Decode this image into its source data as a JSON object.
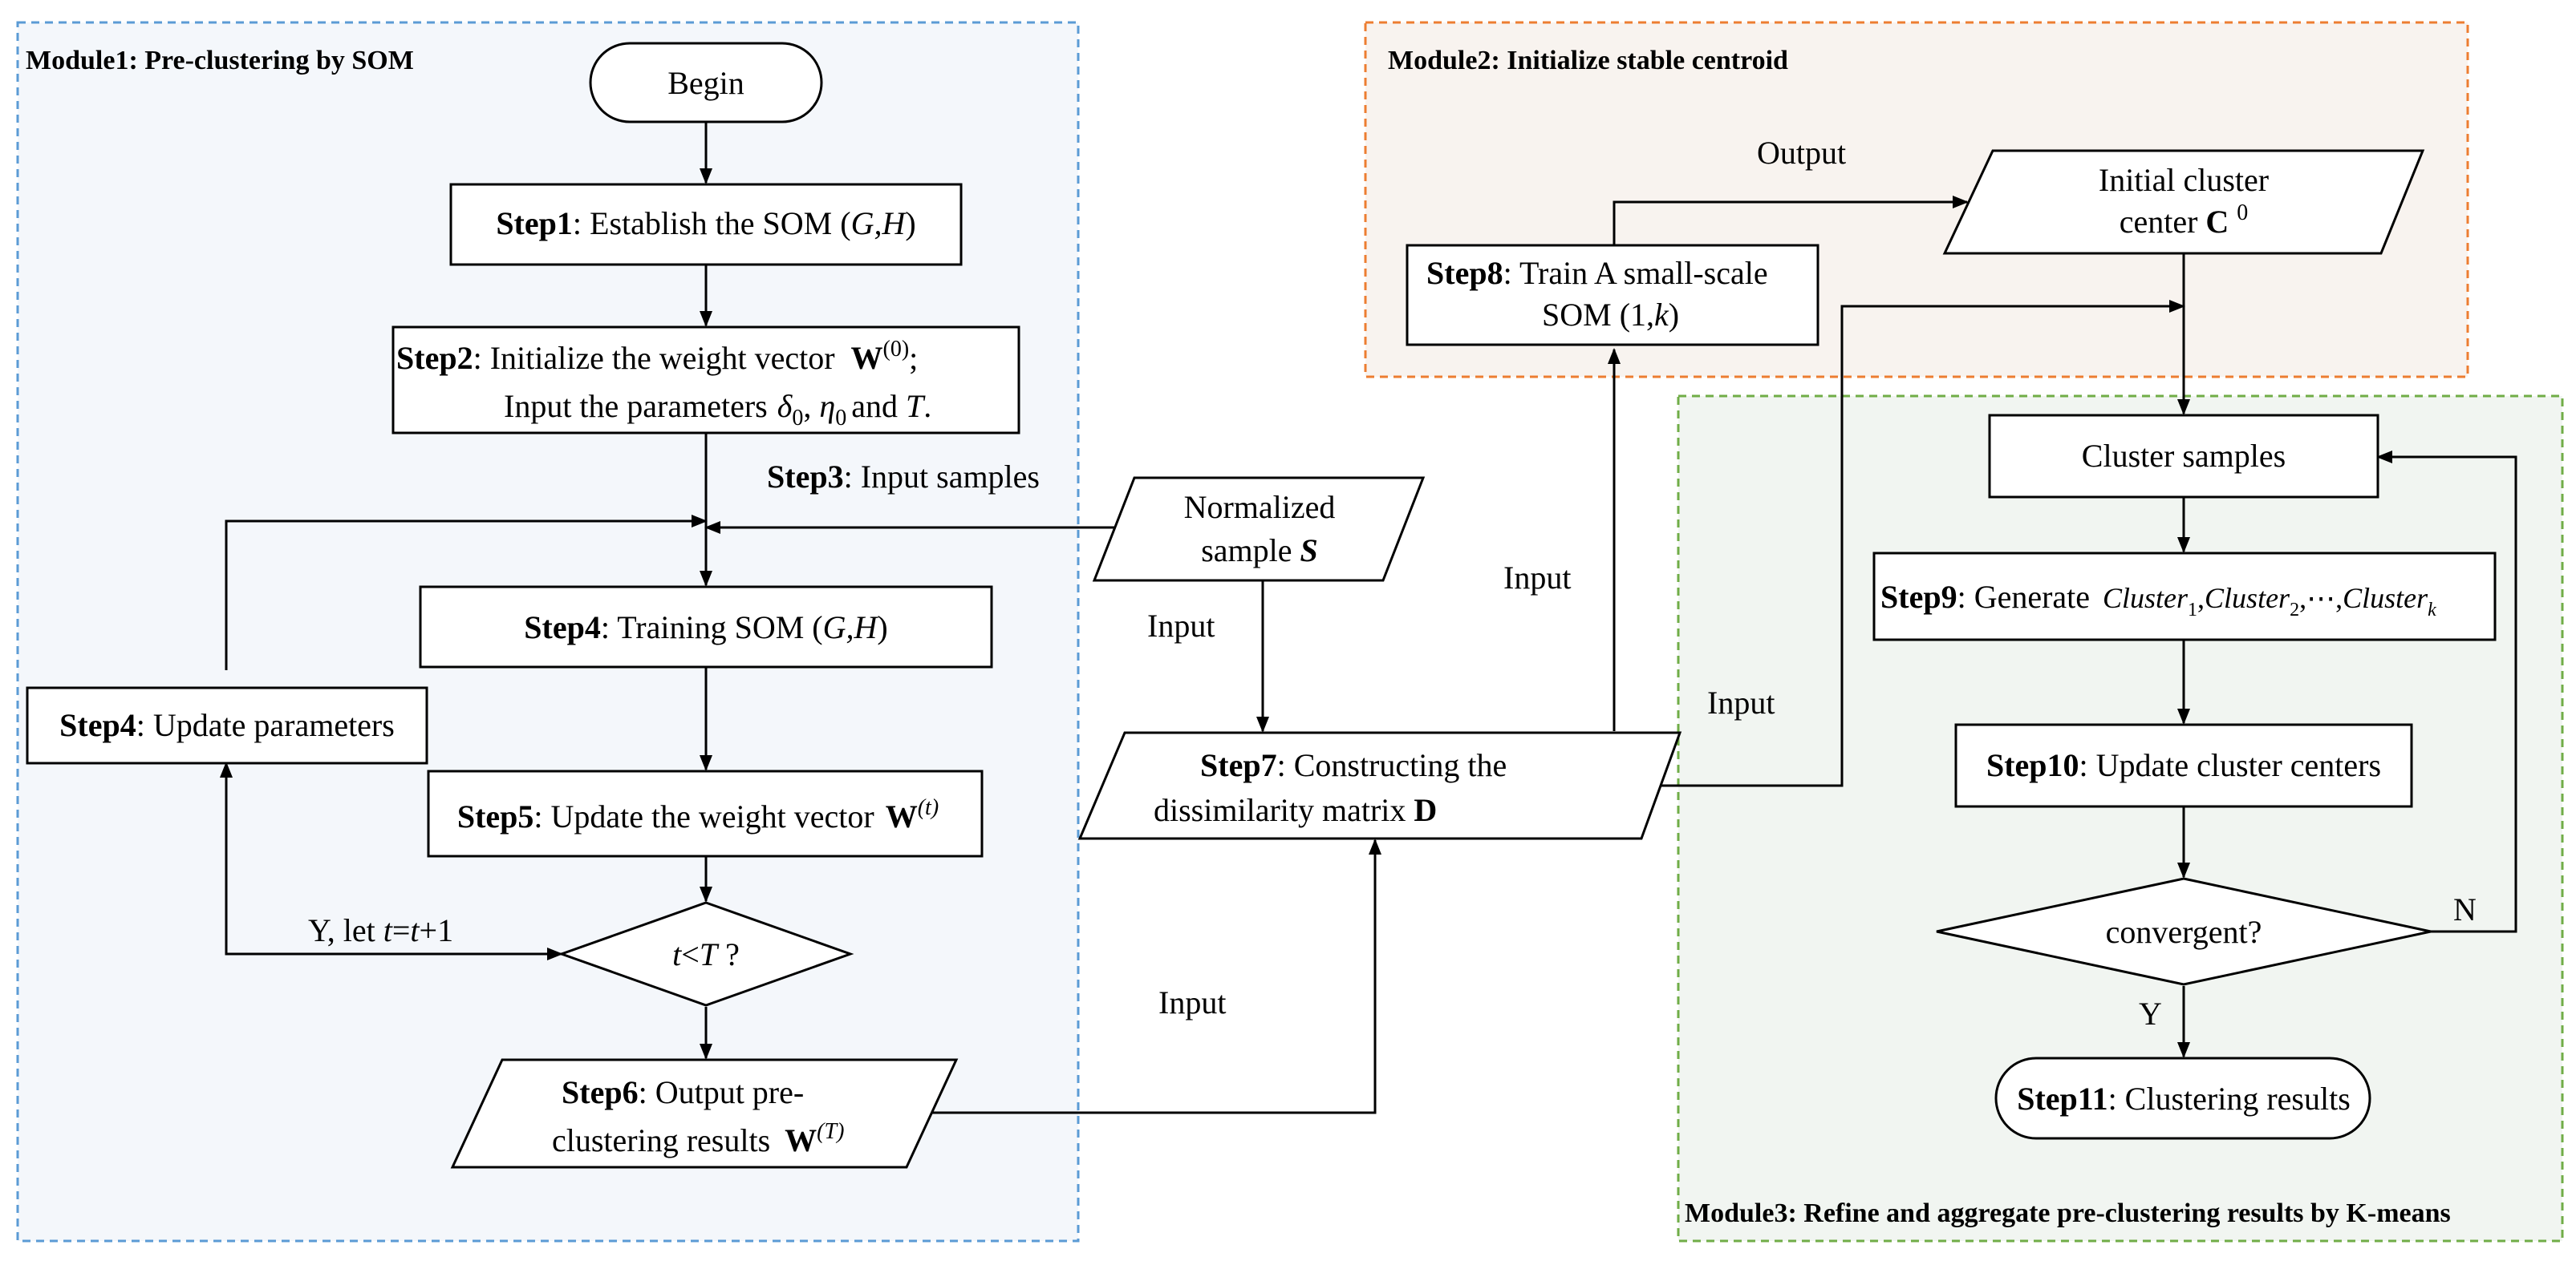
{
  "modules": {
    "m1": {
      "title": "Module1: Pre-clustering by SOM",
      "fill": "#f4f7fb",
      "border": "#5b9bd5"
    },
    "m2": {
      "title": "Module2: Initialize stable centroid",
      "fill": "#f8f3ef",
      "border": "#ed7d31"
    },
    "m3": {
      "title": "Module3: Refine and aggregate pre-clustering results by K-means",
      "fill": "#f1f5f1",
      "border": "#70ad47"
    }
  },
  "nodes": {
    "begin": "Begin",
    "step1": {
      "bold": "Step1",
      "text": ": Establish the SOM (",
      "var": "G,H",
      "end": ")"
    },
    "step2": {
      "bold": "Step2",
      "line1": ": Initialize the weight vector",
      "w": "W",
      "sup": "(0)",
      "semicolon": ";",
      "line2": "Input the parameters",
      "delta": "δ",
      "d0": "0",
      "comma": ",",
      "eta": "η",
      "e0": "0",
      "and": "and",
      "T": "T",
      "period": "."
    },
    "step3": {
      "bold": "Step3",
      "text": ": Input samples"
    },
    "step4_train": {
      "bold": "Step4",
      "text": ":  Training SOM (",
      "var": "G,H",
      "end": ")"
    },
    "step4_update": {
      "bold": "Step4",
      "text": ":  Update  parameters"
    },
    "step5": {
      "bold": "Step5",
      "text": ": Update the weight vector",
      "w": "W",
      "sup": "(t)"
    },
    "decision1": {
      "t": "t",
      "lt": "<",
      "T": "T",
      "q": " ?"
    },
    "step6": {
      "bold": "Step6",
      "line1": ": Output pre-",
      "line2": "clustering results",
      "w": "W",
      "sup": "(T)"
    },
    "normalized": {
      "line1": "Normalized",
      "line2": "sample ",
      "S": "S"
    },
    "step7": {
      "bold": "Step7",
      "line1": ": Constructing the",
      "line2": "dissimilarity matrix ",
      "D": "D"
    },
    "step8": {
      "bold": "Step8",
      "line1": ": Train A small-scale",
      "line2": "SOM (1,",
      "k": "k",
      "end": ")"
    },
    "c0": {
      "line1": "Initial cluster",
      "line2": "center ",
      "C": "C",
      "sup": "0"
    },
    "cluster_samples": "Cluster samples",
    "step9": {
      "bold": "Step9",
      "text": ": Generate ",
      "cl": "Cluster",
      "s1": "1",
      "s2": "2",
      "sk": "k",
      "sep": ",",
      "dots": "⋯"
    },
    "step10": {
      "bold": "Step10",
      "text": ": Update cluster centers"
    },
    "decision2": "convergent?",
    "step11": {
      "bold": "Step11",
      "text": ": Clustering results"
    }
  },
  "edges": {
    "y_let": "Y, let ",
    "y_t1": "t",
    "y_eq": "=",
    "y_t2": "t",
    "y_plus": "+1",
    "input_norm": "Input",
    "input_step6": "Input",
    "input_step8": "Input",
    "input_c3": "Input",
    "output": "Output",
    "n": "N",
    "y": "Y"
  }
}
